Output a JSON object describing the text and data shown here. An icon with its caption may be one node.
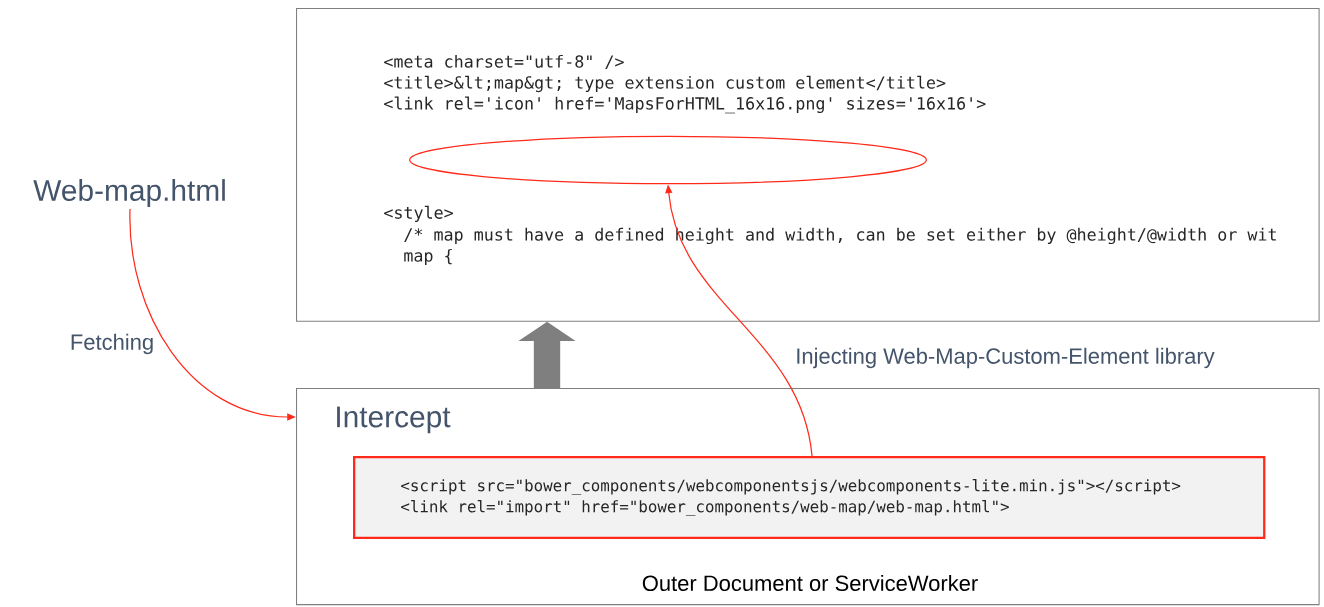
{
  "diagram": {
    "nodes": [
      {
        "text": [
          "Web-map.html"
        ]
      },
      {
        "text": [
          "<meta charset=\"utf-8\" />",
          "<title>&lt;map&gt; type extension custom element</title>",
          "<link rel='icon' href='MapsForHTML_16x16.png' sizes='16x16'>",
          "<style>",
          "/* map must have a defined height and width, can be set either by @height/@width or wit",
          "map {"
        ]
      },
      {
        "text": [],
        "shape": "ellipse",
        "in": 1
      },
      {
        "text": [
          "Intercept",
          "Outer Document or ServiceWorker"
        ]
      },
      {
        "text": [
          "<script src=\"bower_components/webcomponentsjs/webcomponents-lite.min.js\"></script>",
          "<link rel=\"import\" href=\"bower_components/web-map/web-map.html\">"
        ],
        "in": 3
      }
    ],
    "edges": [
      {
        "from": 0,
        "to": 3,
        "arrow": "to",
        "label": "Fetching"
      },
      {
        "from": 4,
        "to": 2,
        "arrow": "to",
        "label": "Injecting Web-Map-Custom-Element  library"
      },
      {
        "from": 3,
        "to": 1,
        "arrow": "to",
        "style": "thick",
        "color": "#7f7f7f"
      }
    ]
  }
}
